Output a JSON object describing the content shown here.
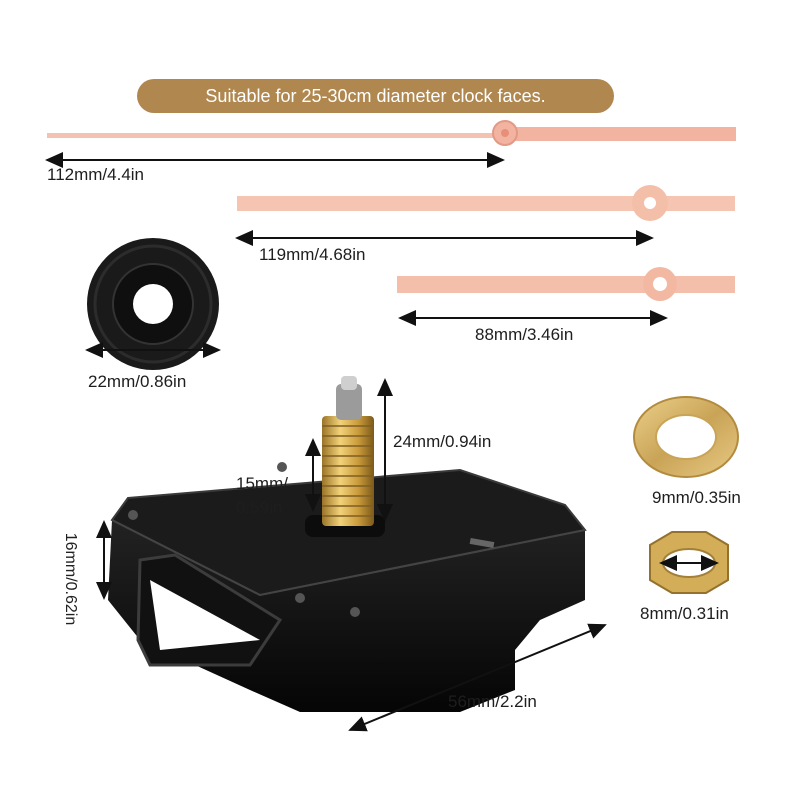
{
  "banner": {
    "text": "Suitable for 25-30cm diameter clock faces."
  },
  "hands": {
    "second": {
      "label": "112mm/4.4in"
    },
    "minute": {
      "label": "119mm/4.68in"
    },
    "hour": {
      "label": "88mm/3.46in"
    }
  },
  "rubber_washer": {
    "label": "22mm/0.86in"
  },
  "shaft": {
    "height_label": "24mm/0.94in",
    "thread_label_line1": "15mm/",
    "thread_label_line2": "0.59in"
  },
  "movement": {
    "depth_label": "16mm/0.62in",
    "width_label": "56mm/2.2in"
  },
  "brass_washer": {
    "label": "9mm/0.35in"
  },
  "hex_nut": {
    "label": "8mm/0.31in"
  },
  "colors": {
    "banner": "#b0874f",
    "hands": "#f2b9a6",
    "brass": "#d9b15a",
    "movement": "#111111"
  }
}
